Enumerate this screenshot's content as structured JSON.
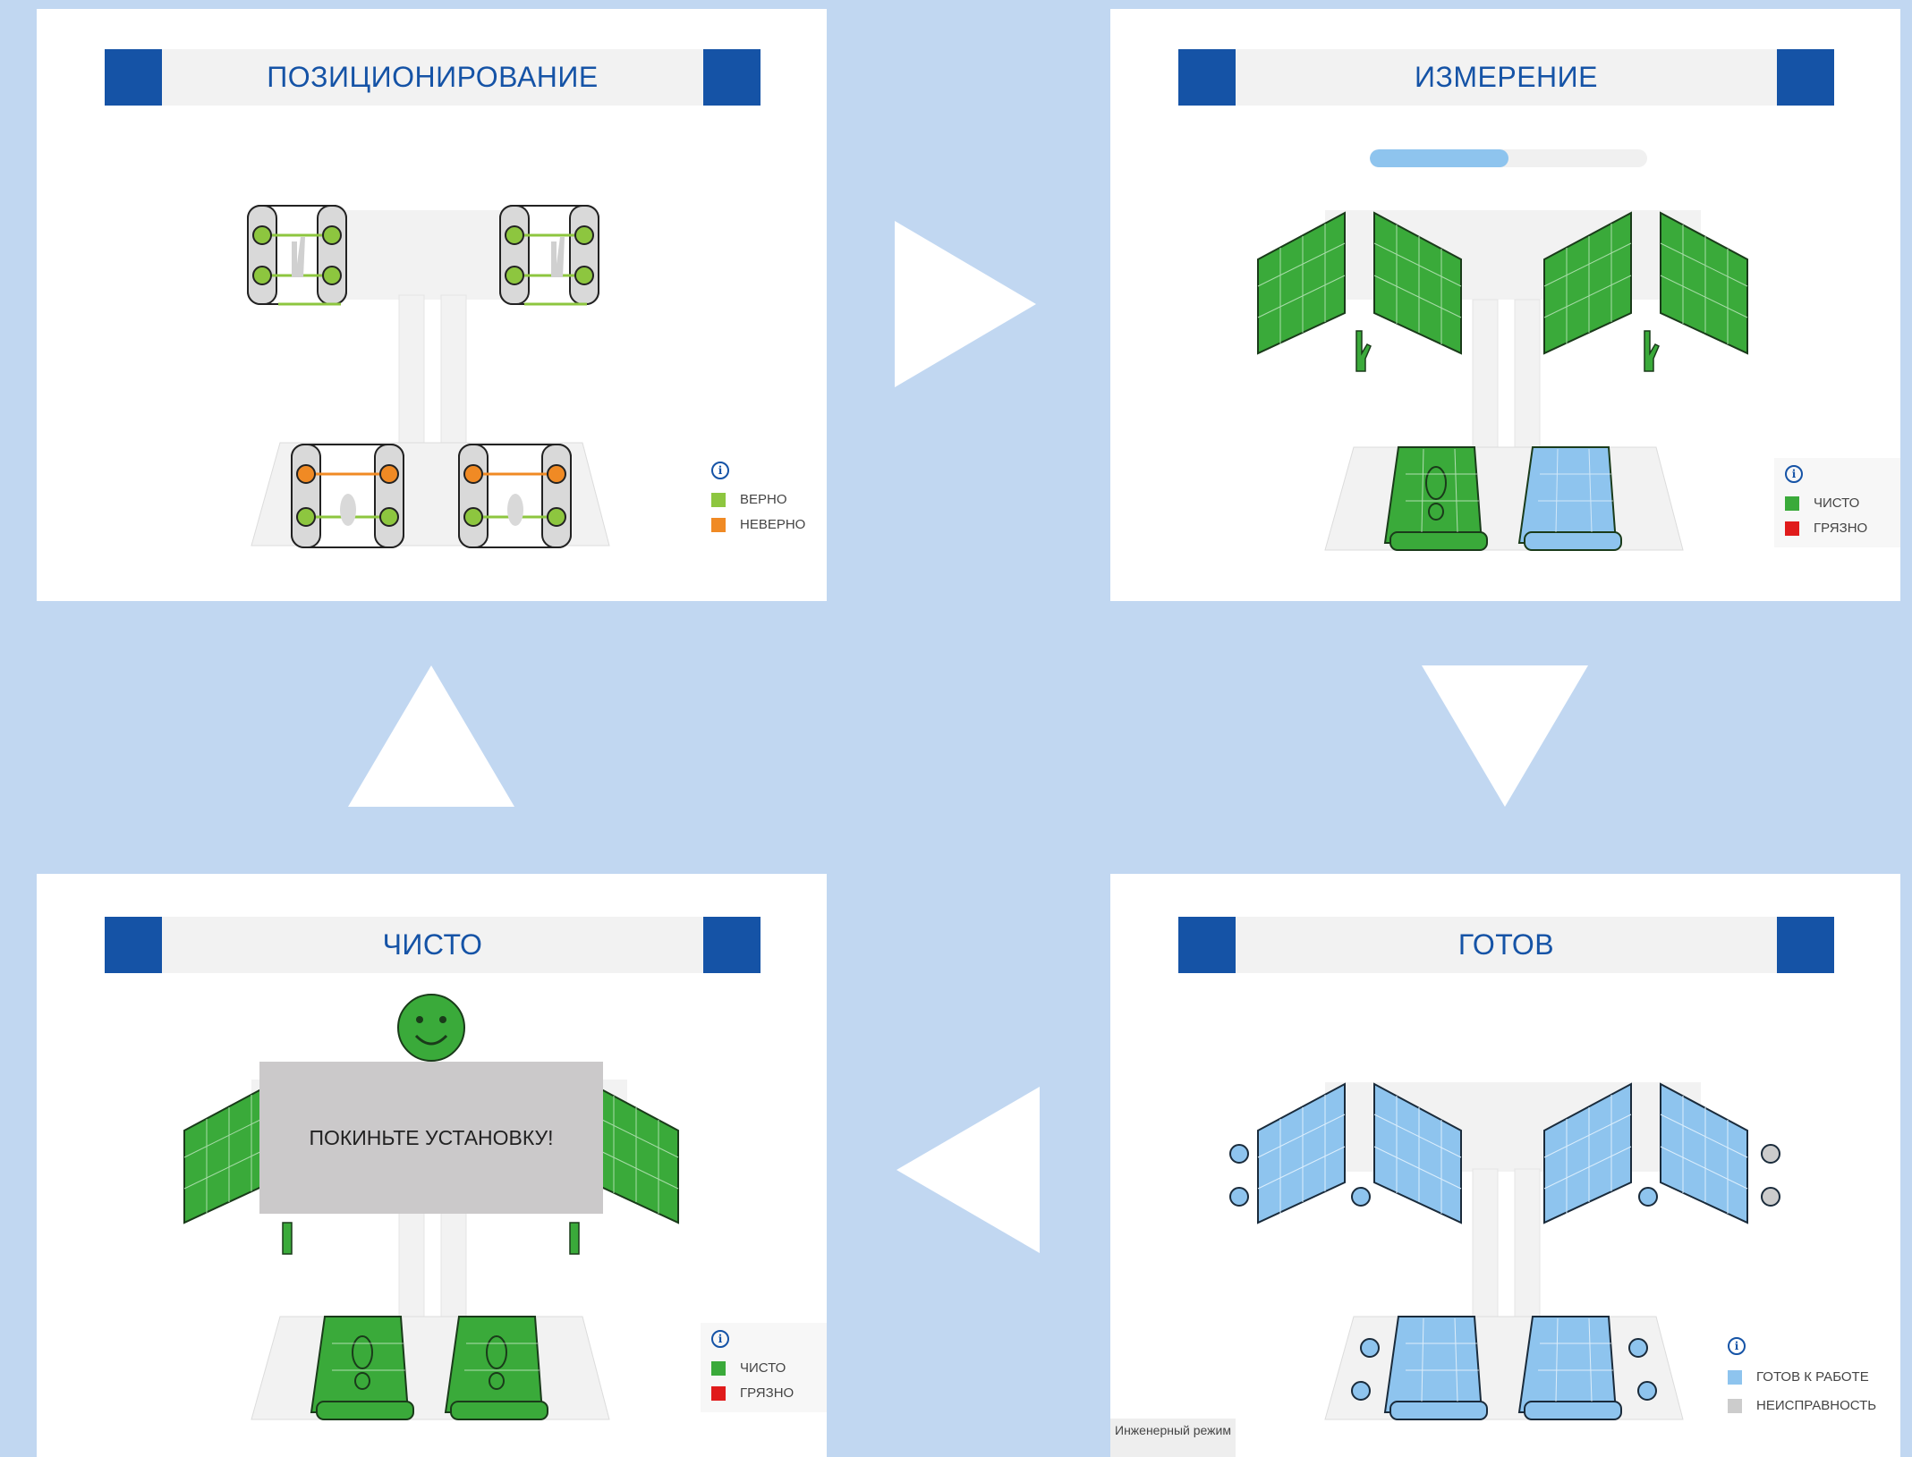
{
  "panels": {
    "positioning": {
      "title": "ПОЗИЦИОНИРОВАНИЕ",
      "legend": [
        {
          "label": "ВЕРНО",
          "color": "#8dc63f"
        },
        {
          "label": "НЕВЕРНО",
          "color": "#f08a24"
        }
      ]
    },
    "measurement": {
      "title": "ИЗМЕРЕНИЕ",
      "progress": 0.5,
      "legend": [
        {
          "label": "ЧИСТО",
          "color": "#3aaa3a"
        },
        {
          "label": "ГРЯЗНО",
          "color": "#e01b1b"
        }
      ]
    },
    "clean": {
      "title": "ЧИСТО",
      "dialog": "ПОКИНЬТЕ УСТАНОВКУ!",
      "legend": [
        {
          "label": "ЧИСТО",
          "color": "#3aaa3a"
        },
        {
          "label": "ГРЯЗНО",
          "color": "#e01b1b"
        }
      ]
    },
    "ready": {
      "title": "ГОТОВ",
      "engineering_mode": "Инженерный режим",
      "legend": [
        {
          "label": "ГОТОВ К РАБОТЕ",
          "color": "#8ec4ee"
        },
        {
          "label": "НЕИСПРАВНОСТЬ",
          "color": "#cccccc"
        }
      ]
    }
  },
  "colors": {
    "background": "#c1d7f1",
    "brand_blue": "#1553a6",
    "clean_green": "#3aaa3a",
    "ready_blue": "#8ec4ee"
  },
  "icons": [
    "info-icon",
    "arrow-right-icon",
    "arrow-down-icon",
    "arrow-left-icon",
    "arrow-up-icon",
    "smiley-icon",
    "hand-icon",
    "foot-icon"
  ]
}
